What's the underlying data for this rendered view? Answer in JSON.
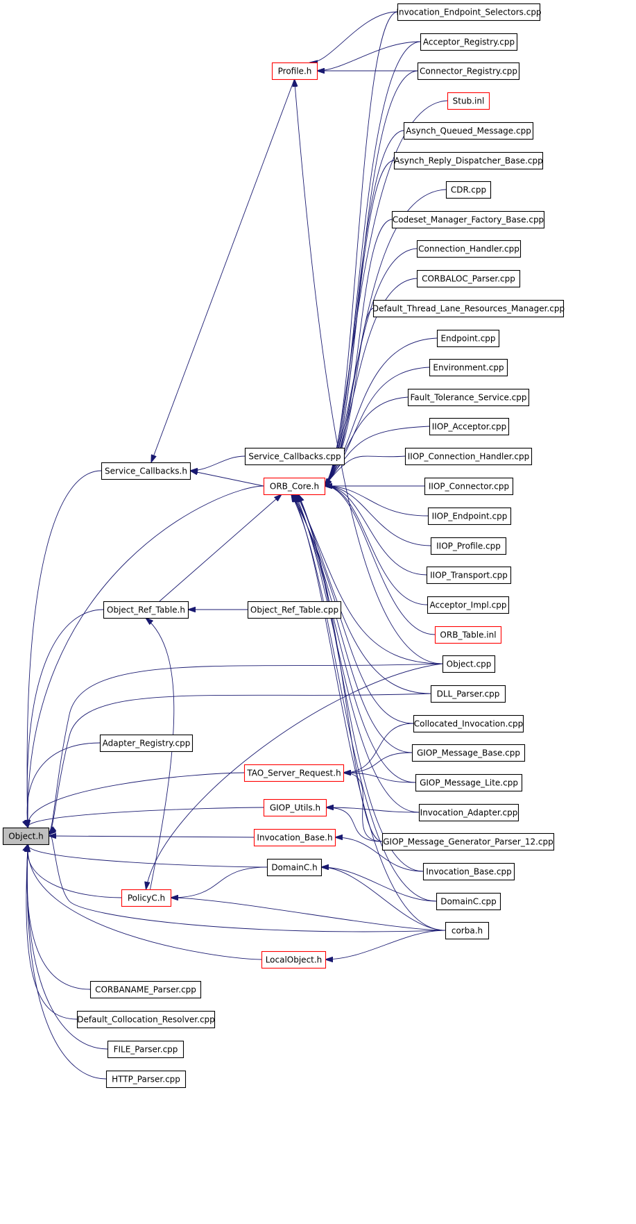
{
  "graph": {
    "colors": {
      "edge": "#191970",
      "border_normal": "#000000",
      "border_truncated": "#ff0000",
      "fill_normal": "#ffffff",
      "fill_root": "#bfbfbf"
    },
    "nodes": [
      {
        "id": "object_h",
        "label": "Object.h",
        "style": "root"
      },
      {
        "id": "profile_h",
        "label": "Profile.h",
        "style": "truncated"
      },
      {
        "id": "service_callbacks_h",
        "label": "Service_Callbacks.h",
        "style": "normal"
      },
      {
        "id": "service_callbacks_cpp",
        "label": "Service_Callbacks.cpp",
        "style": "normal"
      },
      {
        "id": "orb_core_h",
        "label": "ORB_Core.h",
        "style": "truncated"
      },
      {
        "id": "object_ref_table_h",
        "label": "Object_Ref_Table.h",
        "style": "normal"
      },
      {
        "id": "object_ref_table_cpp",
        "label": "Object_Ref_Table.cpp",
        "style": "normal"
      },
      {
        "id": "adapter_registry_cpp",
        "label": "Adapter_Registry.cpp",
        "style": "normal"
      },
      {
        "id": "tao_server_request_h",
        "label": "TAO_Server_Request.h",
        "style": "truncated"
      },
      {
        "id": "giop_utils_h",
        "label": "GIOP_Utils.h",
        "style": "truncated"
      },
      {
        "id": "invocation_base_h",
        "label": "Invocation_Base.h",
        "style": "truncated"
      },
      {
        "id": "domainc_h",
        "label": "DomainC.h",
        "style": "normal"
      },
      {
        "id": "policyc_h",
        "label": "PolicyC.h",
        "style": "truncated"
      },
      {
        "id": "localobject_h",
        "label": "LocalObject.h",
        "style": "truncated"
      },
      {
        "id": "corbaname_parser_cpp",
        "label": "CORBANAME_Parser.cpp",
        "style": "normal"
      },
      {
        "id": "default_collocation_resolver_cpp",
        "label": "Default_Collocation_Resolver.cpp",
        "style": "normal"
      },
      {
        "id": "file_parser_cpp",
        "label": "FILE_Parser.cpp",
        "style": "normal"
      },
      {
        "id": "http_parser_cpp",
        "label": "HTTP_Parser.cpp",
        "style": "normal"
      },
      {
        "id": "invocation_endpoint_selectors_cpp",
        "label": "Invocation_Endpoint_Selectors.cpp",
        "style": "normal"
      },
      {
        "id": "acceptor_registry_cpp",
        "label": "Acceptor_Registry.cpp",
        "style": "normal"
      },
      {
        "id": "connector_registry_cpp",
        "label": "Connector_Registry.cpp",
        "style": "normal"
      },
      {
        "id": "stub_inl",
        "label": "Stub.inl",
        "style": "truncated"
      },
      {
        "id": "asynch_queued_message_cpp",
        "label": "Asynch_Queued_Message.cpp",
        "style": "normal"
      },
      {
        "id": "asynch_reply_dispatcher_base_cpp",
        "label": "Asynch_Reply_Dispatcher_Base.cpp",
        "style": "normal"
      },
      {
        "id": "cdr_cpp",
        "label": "CDR.cpp",
        "style": "normal"
      },
      {
        "id": "codeset_manager_factory_base_cpp",
        "label": "Codeset_Manager_Factory_Base.cpp",
        "style": "normal"
      },
      {
        "id": "connection_handler_cpp",
        "label": "Connection_Handler.cpp",
        "style": "normal"
      },
      {
        "id": "corbaloc_parser_cpp",
        "label": "CORBALOC_Parser.cpp",
        "style": "normal"
      },
      {
        "id": "default_thread_lane_resources_manager_cpp",
        "label": "Default_Thread_Lane_Resources_Manager.cpp",
        "style": "normal"
      },
      {
        "id": "endpoint_cpp",
        "label": "Endpoint.cpp",
        "style": "normal"
      },
      {
        "id": "environment_cpp",
        "label": "Environment.cpp",
        "style": "normal"
      },
      {
        "id": "fault_tolerance_service_cpp",
        "label": "Fault_Tolerance_Service.cpp",
        "style": "normal"
      },
      {
        "id": "iiop_acceptor_cpp",
        "label": "IIOP_Acceptor.cpp",
        "style": "normal"
      },
      {
        "id": "iiop_connection_handler_cpp",
        "label": "IIOP_Connection_Handler.cpp",
        "style": "normal"
      },
      {
        "id": "iiop_connector_cpp",
        "label": "IIOP_Connector.cpp",
        "style": "normal"
      },
      {
        "id": "iiop_endpoint_cpp",
        "label": "IIOP_Endpoint.cpp",
        "style": "normal"
      },
      {
        "id": "iiop_profile_cpp",
        "label": "IIOP_Profile.cpp",
        "style": "normal"
      },
      {
        "id": "iiop_transport_cpp",
        "label": "IIOP_Transport.cpp",
        "style": "normal"
      },
      {
        "id": "acceptor_impl_cpp",
        "label": "Acceptor_Impl.cpp",
        "style": "normal"
      },
      {
        "id": "orb_table_inl",
        "label": "ORB_Table.inl",
        "style": "truncated"
      },
      {
        "id": "object_cpp",
        "label": "Object.cpp",
        "style": "normal"
      },
      {
        "id": "dll_parser_cpp",
        "label": "DLL_Parser.cpp",
        "style": "normal"
      },
      {
        "id": "collocated_invocation_cpp",
        "label": "Collocated_Invocation.cpp",
        "style": "normal"
      },
      {
        "id": "giop_message_base_cpp",
        "label": "GIOP_Message_Base.cpp",
        "style": "normal"
      },
      {
        "id": "giop_message_lite_cpp",
        "label": "GIOP_Message_Lite.cpp",
        "style": "normal"
      },
      {
        "id": "invocation_adapter_cpp",
        "label": "Invocation_Adapter.cpp",
        "style": "normal"
      },
      {
        "id": "giop_message_generator_parser_12_cpp",
        "label": "GIOP_Message_Generator_Parser_12.cpp",
        "style": "normal"
      },
      {
        "id": "invocation_base_cpp",
        "label": "Invocation_Base.cpp",
        "style": "normal"
      },
      {
        "id": "domainc_cpp",
        "label": "DomainC.cpp",
        "style": "normal"
      },
      {
        "id": "corba_h",
        "label": "corba.h",
        "style": "normal"
      }
    ],
    "edges": [
      {
        "from": "profile_h",
        "to": "service_callbacks_h"
      },
      {
        "from": "invocation_endpoint_selectors_cpp",
        "to": "profile_h"
      },
      {
        "from": "acceptor_registry_cpp",
        "to": "profile_h"
      },
      {
        "from": "connector_registry_cpp",
        "to": "profile_h"
      },
      {
        "from": "object_cpp",
        "to": "profile_h"
      },
      {
        "from": "service_callbacks_h",
        "to": "object_h"
      },
      {
        "from": "service_callbacks_cpp",
        "to": "service_callbacks_h"
      },
      {
        "from": "orb_core_h",
        "to": "service_callbacks_h"
      },
      {
        "from": "orb_core_h",
        "to": "object_h"
      },
      {
        "from": "object_ref_table_h",
        "to": "orb_core_h"
      },
      {
        "from": "object_ref_table_h",
        "to": "object_h"
      },
      {
        "from": "object_ref_table_cpp",
        "to": "object_ref_table_h"
      },
      {
        "from": "invocation_endpoint_selectors_cpp",
        "to": "orb_core_h"
      },
      {
        "from": "acceptor_registry_cpp",
        "to": "orb_core_h"
      },
      {
        "from": "connector_registry_cpp",
        "to": "orb_core_h"
      },
      {
        "from": "stub_inl",
        "to": "orb_core_h"
      },
      {
        "from": "asynch_queued_message_cpp",
        "to": "orb_core_h"
      },
      {
        "from": "asynch_reply_dispatcher_base_cpp",
        "to": "orb_core_h"
      },
      {
        "from": "cdr_cpp",
        "to": "orb_core_h"
      },
      {
        "from": "codeset_manager_factory_base_cpp",
        "to": "orb_core_h"
      },
      {
        "from": "connection_handler_cpp",
        "to": "orb_core_h"
      },
      {
        "from": "corbaloc_parser_cpp",
        "to": "orb_core_h"
      },
      {
        "from": "default_thread_lane_resources_manager_cpp",
        "to": "orb_core_h"
      },
      {
        "from": "endpoint_cpp",
        "to": "orb_core_h"
      },
      {
        "from": "environment_cpp",
        "to": "orb_core_h"
      },
      {
        "from": "fault_tolerance_service_cpp",
        "to": "orb_core_h"
      },
      {
        "from": "iiop_acceptor_cpp",
        "to": "orb_core_h"
      },
      {
        "from": "iiop_connection_handler_cpp",
        "to": "orb_core_h"
      },
      {
        "from": "iiop_connector_cpp",
        "to": "orb_core_h"
      },
      {
        "from": "iiop_endpoint_cpp",
        "to": "orb_core_h"
      },
      {
        "from": "iiop_profile_cpp",
        "to": "orb_core_h"
      },
      {
        "from": "iiop_transport_cpp",
        "to": "orb_core_h"
      },
      {
        "from": "acceptor_impl_cpp",
        "to": "orb_core_h"
      },
      {
        "from": "orb_table_inl",
        "to": "orb_core_h"
      },
      {
        "from": "object_cpp",
        "to": "orb_core_h"
      },
      {
        "from": "dll_parser_cpp",
        "to": "orb_core_h"
      },
      {
        "from": "collocated_invocation_cpp",
        "to": "orb_core_h"
      },
      {
        "from": "giop_message_base_cpp",
        "to": "orb_core_h"
      },
      {
        "from": "giop_message_lite_cpp",
        "to": "orb_core_h"
      },
      {
        "from": "invocation_adapter_cpp",
        "to": "orb_core_h"
      },
      {
        "from": "giop_message_generator_parser_12_cpp",
        "to": "orb_core_h"
      },
      {
        "from": "invocation_base_cpp",
        "to": "orb_core_h"
      },
      {
        "from": "domainc_cpp",
        "to": "orb_core_h"
      },
      {
        "from": "corba_h",
        "to": "orb_core_h"
      },
      {
        "from": "object_cpp",
        "to": "object_h"
      },
      {
        "from": "dll_parser_cpp",
        "to": "object_h"
      },
      {
        "from": "adapter_registry_cpp",
        "to": "object_h"
      },
      {
        "from": "tao_server_request_h",
        "to": "object_h"
      },
      {
        "from": "collocated_invocation_cpp",
        "to": "tao_server_request_h"
      },
      {
        "from": "giop_message_base_cpp",
        "to": "tao_server_request_h"
      },
      {
        "from": "giop_message_lite_cpp",
        "to": "tao_server_request_h"
      },
      {
        "from": "giop_message_generator_parser_12_cpp",
        "to": "tao_server_request_h"
      },
      {
        "from": "giop_utils_h",
        "to": "object_h"
      },
      {
        "from": "invocation_adapter_cpp",
        "to": "giop_utils_h"
      },
      {
        "from": "giop_message_generator_parser_12_cpp",
        "to": "giop_utils_h"
      },
      {
        "from": "invocation_base_h",
        "to": "object_h"
      },
      {
        "from": "invocation_base_cpp",
        "to": "invocation_base_h"
      },
      {
        "from": "domainc_h",
        "to": "object_h"
      },
      {
        "from": "domainc_h",
        "to": "policyc_h"
      },
      {
        "from": "domainc_cpp",
        "to": "domainc_h"
      },
      {
        "from": "corba_h",
        "to": "domainc_h"
      },
      {
        "from": "policyc_h",
        "to": "object_h"
      },
      {
        "from": "policyc_h",
        "to": "object_ref_table_h"
      },
      {
        "from": "object_cpp",
        "to": "policyc_h"
      },
      {
        "from": "corba_h",
        "to": "policyc_h"
      },
      {
        "from": "corba_h",
        "to": "object_h"
      },
      {
        "from": "localobject_h",
        "to": "object_h"
      },
      {
        "from": "corba_h",
        "to": "localobject_h"
      },
      {
        "from": "corbaname_parser_cpp",
        "to": "object_h"
      },
      {
        "from": "default_collocation_resolver_cpp",
        "to": "object_h"
      },
      {
        "from": "file_parser_cpp",
        "to": "object_h"
      },
      {
        "from": "http_parser_cpp",
        "to": "object_h"
      }
    ]
  }
}
